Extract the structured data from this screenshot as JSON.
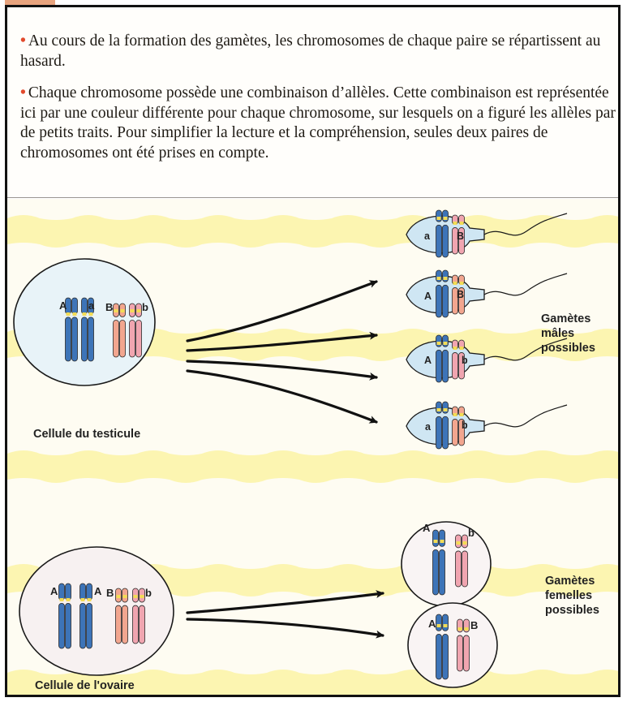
{
  "text": {
    "bullet_1": "Au cours de la formation des gamètes, les chromosomes de chaque paire se répartissent au hasard.",
    "bullet_2": "Chaque chromosome possède une combinaison d’allèles. Cette combinaison est représentée ici par une couleur différente pour chaque chromosome, sur lesquels on a figuré les allèles par de petits traits. Pour simplifier la lecture et la compréhension, seules deux paires de chromosomes ont été prises en compte."
  },
  "diagram": {
    "testis_cell": {
      "label": "Cellule du testicule",
      "alleles": [
        "A",
        "a",
        "B",
        "b"
      ]
    },
    "ovary_cell": {
      "label": "Cellule de l'ovaire",
      "alleles": [
        "A",
        "A",
        "B",
        "b"
      ]
    },
    "male_gametes": {
      "label_lines": [
        "Gamètes",
        "mâles",
        "possibles"
      ],
      "items": [
        {
          "allele_1": "a",
          "allele_2": "B"
        },
        {
          "allele_1": "A",
          "allele_2": "B"
        },
        {
          "allele_1": "A",
          "allele_2": "b"
        },
        {
          "allele_1": "a",
          "allele_2": "b"
        }
      ]
    },
    "female_gametes": {
      "label_lines": [
        "Gamètes",
        "femelles",
        "possibles"
      ],
      "items": [
        {
          "allele_1": "A",
          "allele_2": "b"
        },
        {
          "allele_1": "A",
          "allele_2": "B"
        }
      ]
    },
    "colors": {
      "blue_chromosome": "#3d74b8",
      "pink_chromosome": "#f0a5b0",
      "salmon_chromosome": "#f2a68f",
      "allele_band": "#f3dc55",
      "sperm_head": "#cfe6f3",
      "yellow_wave": "#fcf3a6",
      "arrow": "#111111"
    }
  }
}
